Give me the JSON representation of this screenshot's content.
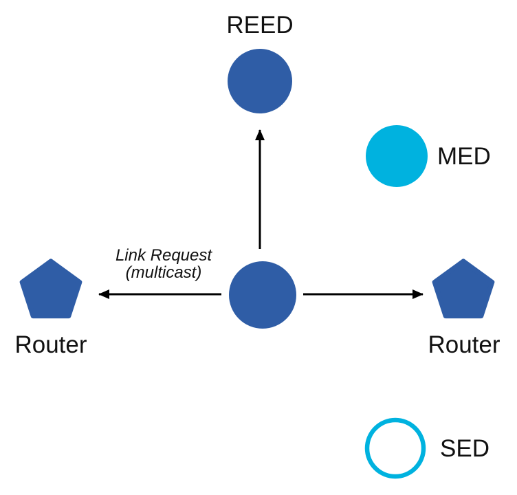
{
  "colors": {
    "node_blue": "#2F5DA6",
    "node_cyan": "#00B2DF",
    "arrow_black": "#000000",
    "text_black": "#111111",
    "background": "#FFFFFF"
  },
  "nodes": {
    "reed": {
      "label": "REED",
      "shape": "filled-circle",
      "color": "#2F5DA6"
    },
    "med": {
      "label": "MED",
      "shape": "filled-circle",
      "color": "#00B2DF"
    },
    "sed": {
      "label": "SED",
      "shape": "outlined-circle",
      "color": "#00B2DF"
    },
    "sender": {
      "label": "",
      "shape": "filled-circle",
      "color": "#2F5DA6"
    },
    "router_left": {
      "label": "Router",
      "shape": "pentagon",
      "color": "#2F5DA6"
    },
    "router_right": {
      "label": "Router",
      "shape": "pentagon",
      "color": "#2F5DA6"
    }
  },
  "annotation": {
    "line1": "Link Request",
    "line2": "(multicast)"
  }
}
